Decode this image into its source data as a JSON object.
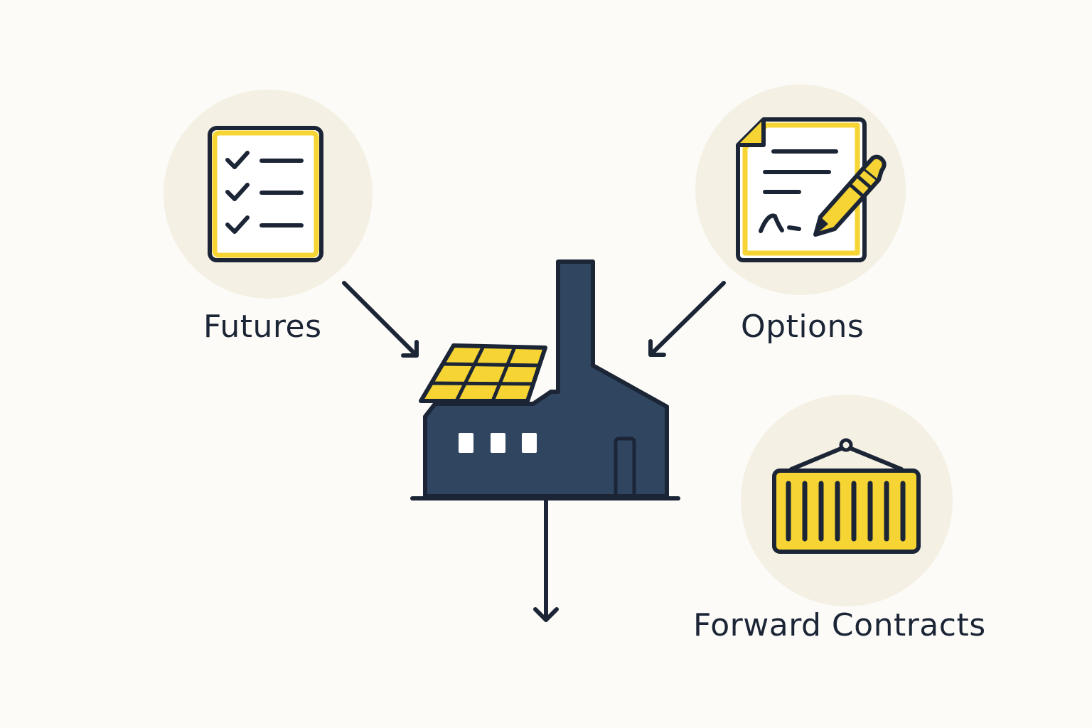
{
  "instruments": [
    {
      "id": "futures",
      "label": "Futures",
      "icon": "checklist-icon"
    },
    {
      "id": "options",
      "label": "Options",
      "icon": "signed-contract-icon"
    },
    {
      "id": "forward",
      "label": "Forward Contracts",
      "icon": "shipping-container-icon"
    }
  ],
  "center": {
    "icon": "solar-factory-icon"
  },
  "colors": {
    "background": "#FCFBF7",
    "circle": "#F4F0E4",
    "accent": "#F6D433",
    "ink": "#1B2536",
    "factory": "#2F4560"
  }
}
